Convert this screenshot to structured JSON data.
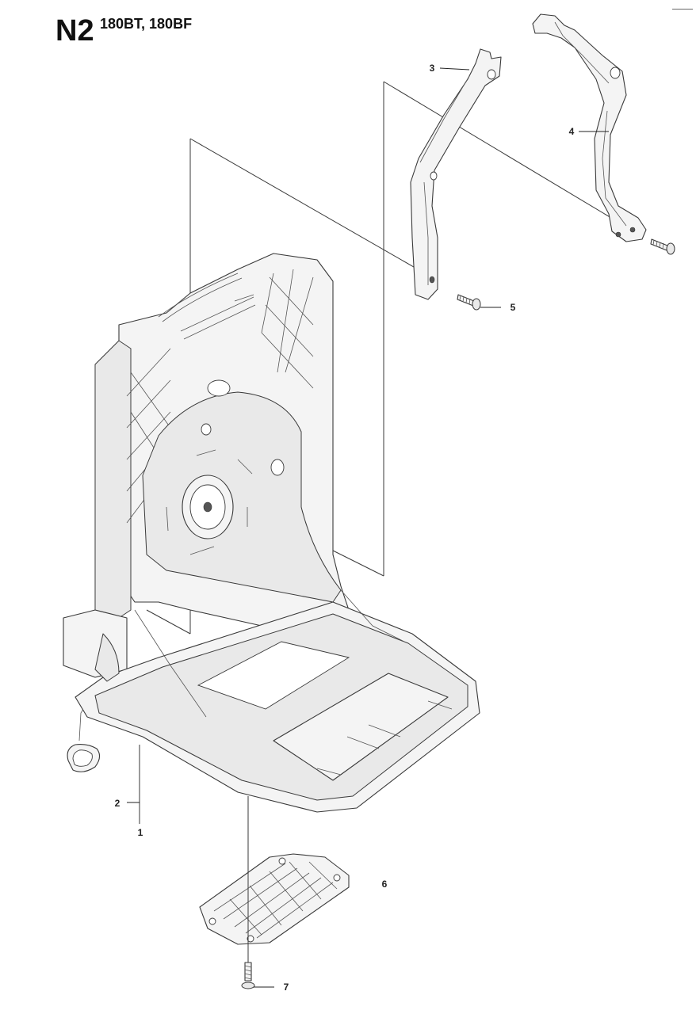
{
  "header": {
    "section_code": "N2",
    "models": "180BT, 180BF"
  },
  "parts": [
    {
      "number": "1",
      "icon": "backpack-frame-icon"
    },
    {
      "number": "2",
      "icon": "base-plate-icon"
    },
    {
      "number": "3",
      "icon": "front-harness-bracket-icon"
    },
    {
      "number": "4",
      "icon": "rear-harness-bracket-icon"
    },
    {
      "number": "5",
      "icon": "screw-icon"
    },
    {
      "number": "6",
      "icon": "foot-grille-icon"
    },
    {
      "number": "7",
      "icon": "screw-icon"
    }
  ]
}
